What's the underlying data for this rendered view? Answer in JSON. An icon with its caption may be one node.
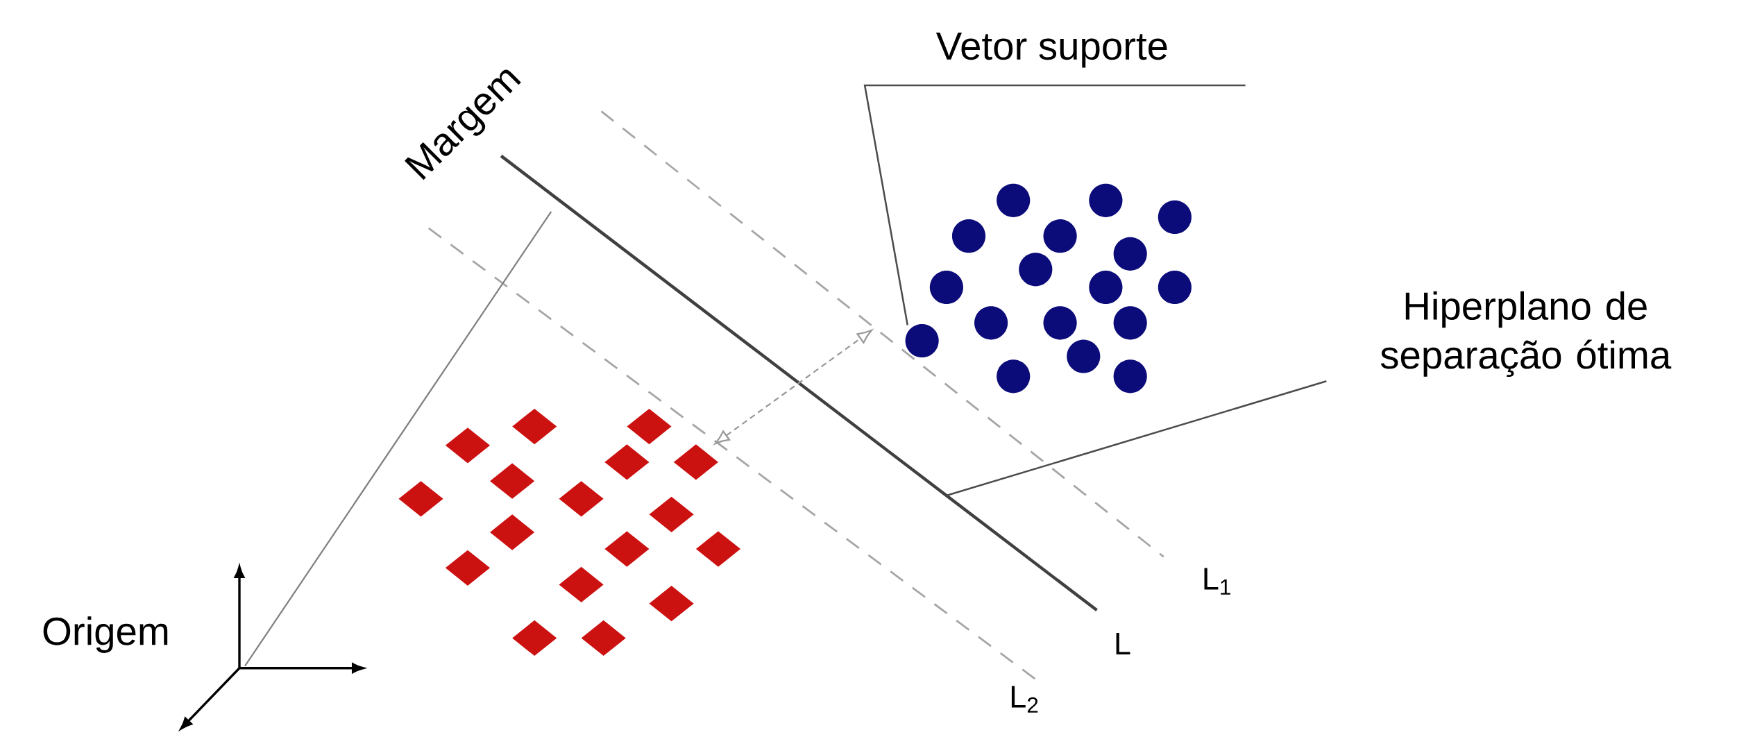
{
  "diagram": {
    "nodes": [
      {
        "text": [
          "Vetor suporte"
        ]
      },
      {
        "text": [
          "Hiperplano de separação ótima"
        ]
      }
    ],
    "edges": [
      {
        "from": 0,
        "to": null,
        "arrow": "none"
      },
      {
        "from": 1,
        "to": null,
        "arrow": "none"
      }
    ],
    "labels": [
      "Margem",
      "Origem",
      "L",
      "L$_{1}$",
      "L$_{2}$"
    ]
  }
}
